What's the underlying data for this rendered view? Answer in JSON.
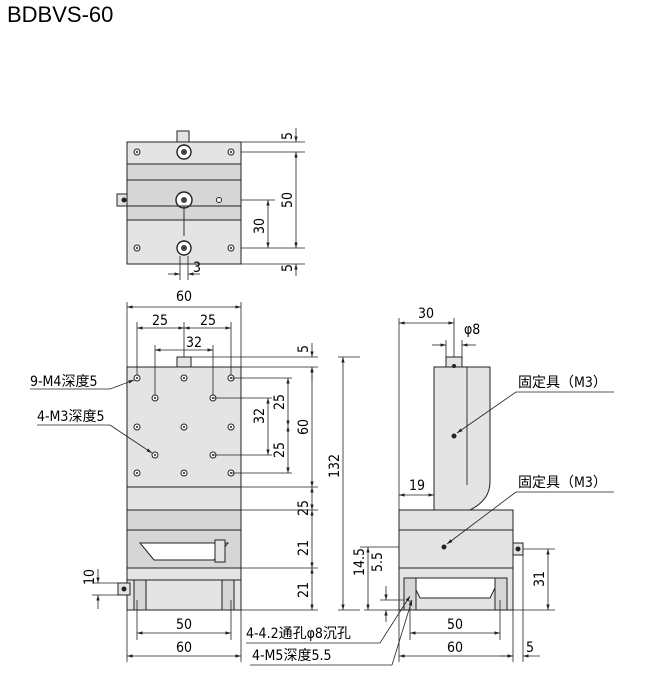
{
  "title": "BDBVS-60",
  "top_view": {
    "dim_right_top": "5",
    "dim_right_height": "50",
    "dim_right_center": "30",
    "dim_right_bottom": "5",
    "dim_bottom_offset": "3"
  },
  "front_view": {
    "dim_width": "60",
    "dim_hole_left": "25",
    "dim_hole_right": "25",
    "dim_hole_inner": "32",
    "dim_top_offset": "5",
    "dim_hole_v_upper": "25",
    "dim_hole_v_inner": "32",
    "dim_hole_v_lower": "25",
    "dim_plate_height": "60",
    "dim_total_height": "132",
    "dim_body_upper": "25",
    "dim_body_mid": "21",
    "dim_body_lower": "21",
    "dim_base_left": "10",
    "dim_base_width": "50",
    "dim_base_total": "60",
    "label_m4": "9-M4深度5",
    "label_m3": "4-M3深度5"
  },
  "side_view": {
    "dim_top_width": "30",
    "dim_phi": "φ8",
    "dim_offset": "19",
    "label_fixture_1": "固定具（M3）",
    "label_fixture_2": "固定具（M3）",
    "dim_v_145": "14.5",
    "dim_v_55": "5.5",
    "dim_v_31": "31",
    "dim_base_width": "50",
    "dim_base_total": "60",
    "dim_right_offset": "5"
  },
  "notes": {
    "through_hole": "4-4.2通孔φ8沉孔",
    "tap": "4-M5深度5.5"
  }
}
